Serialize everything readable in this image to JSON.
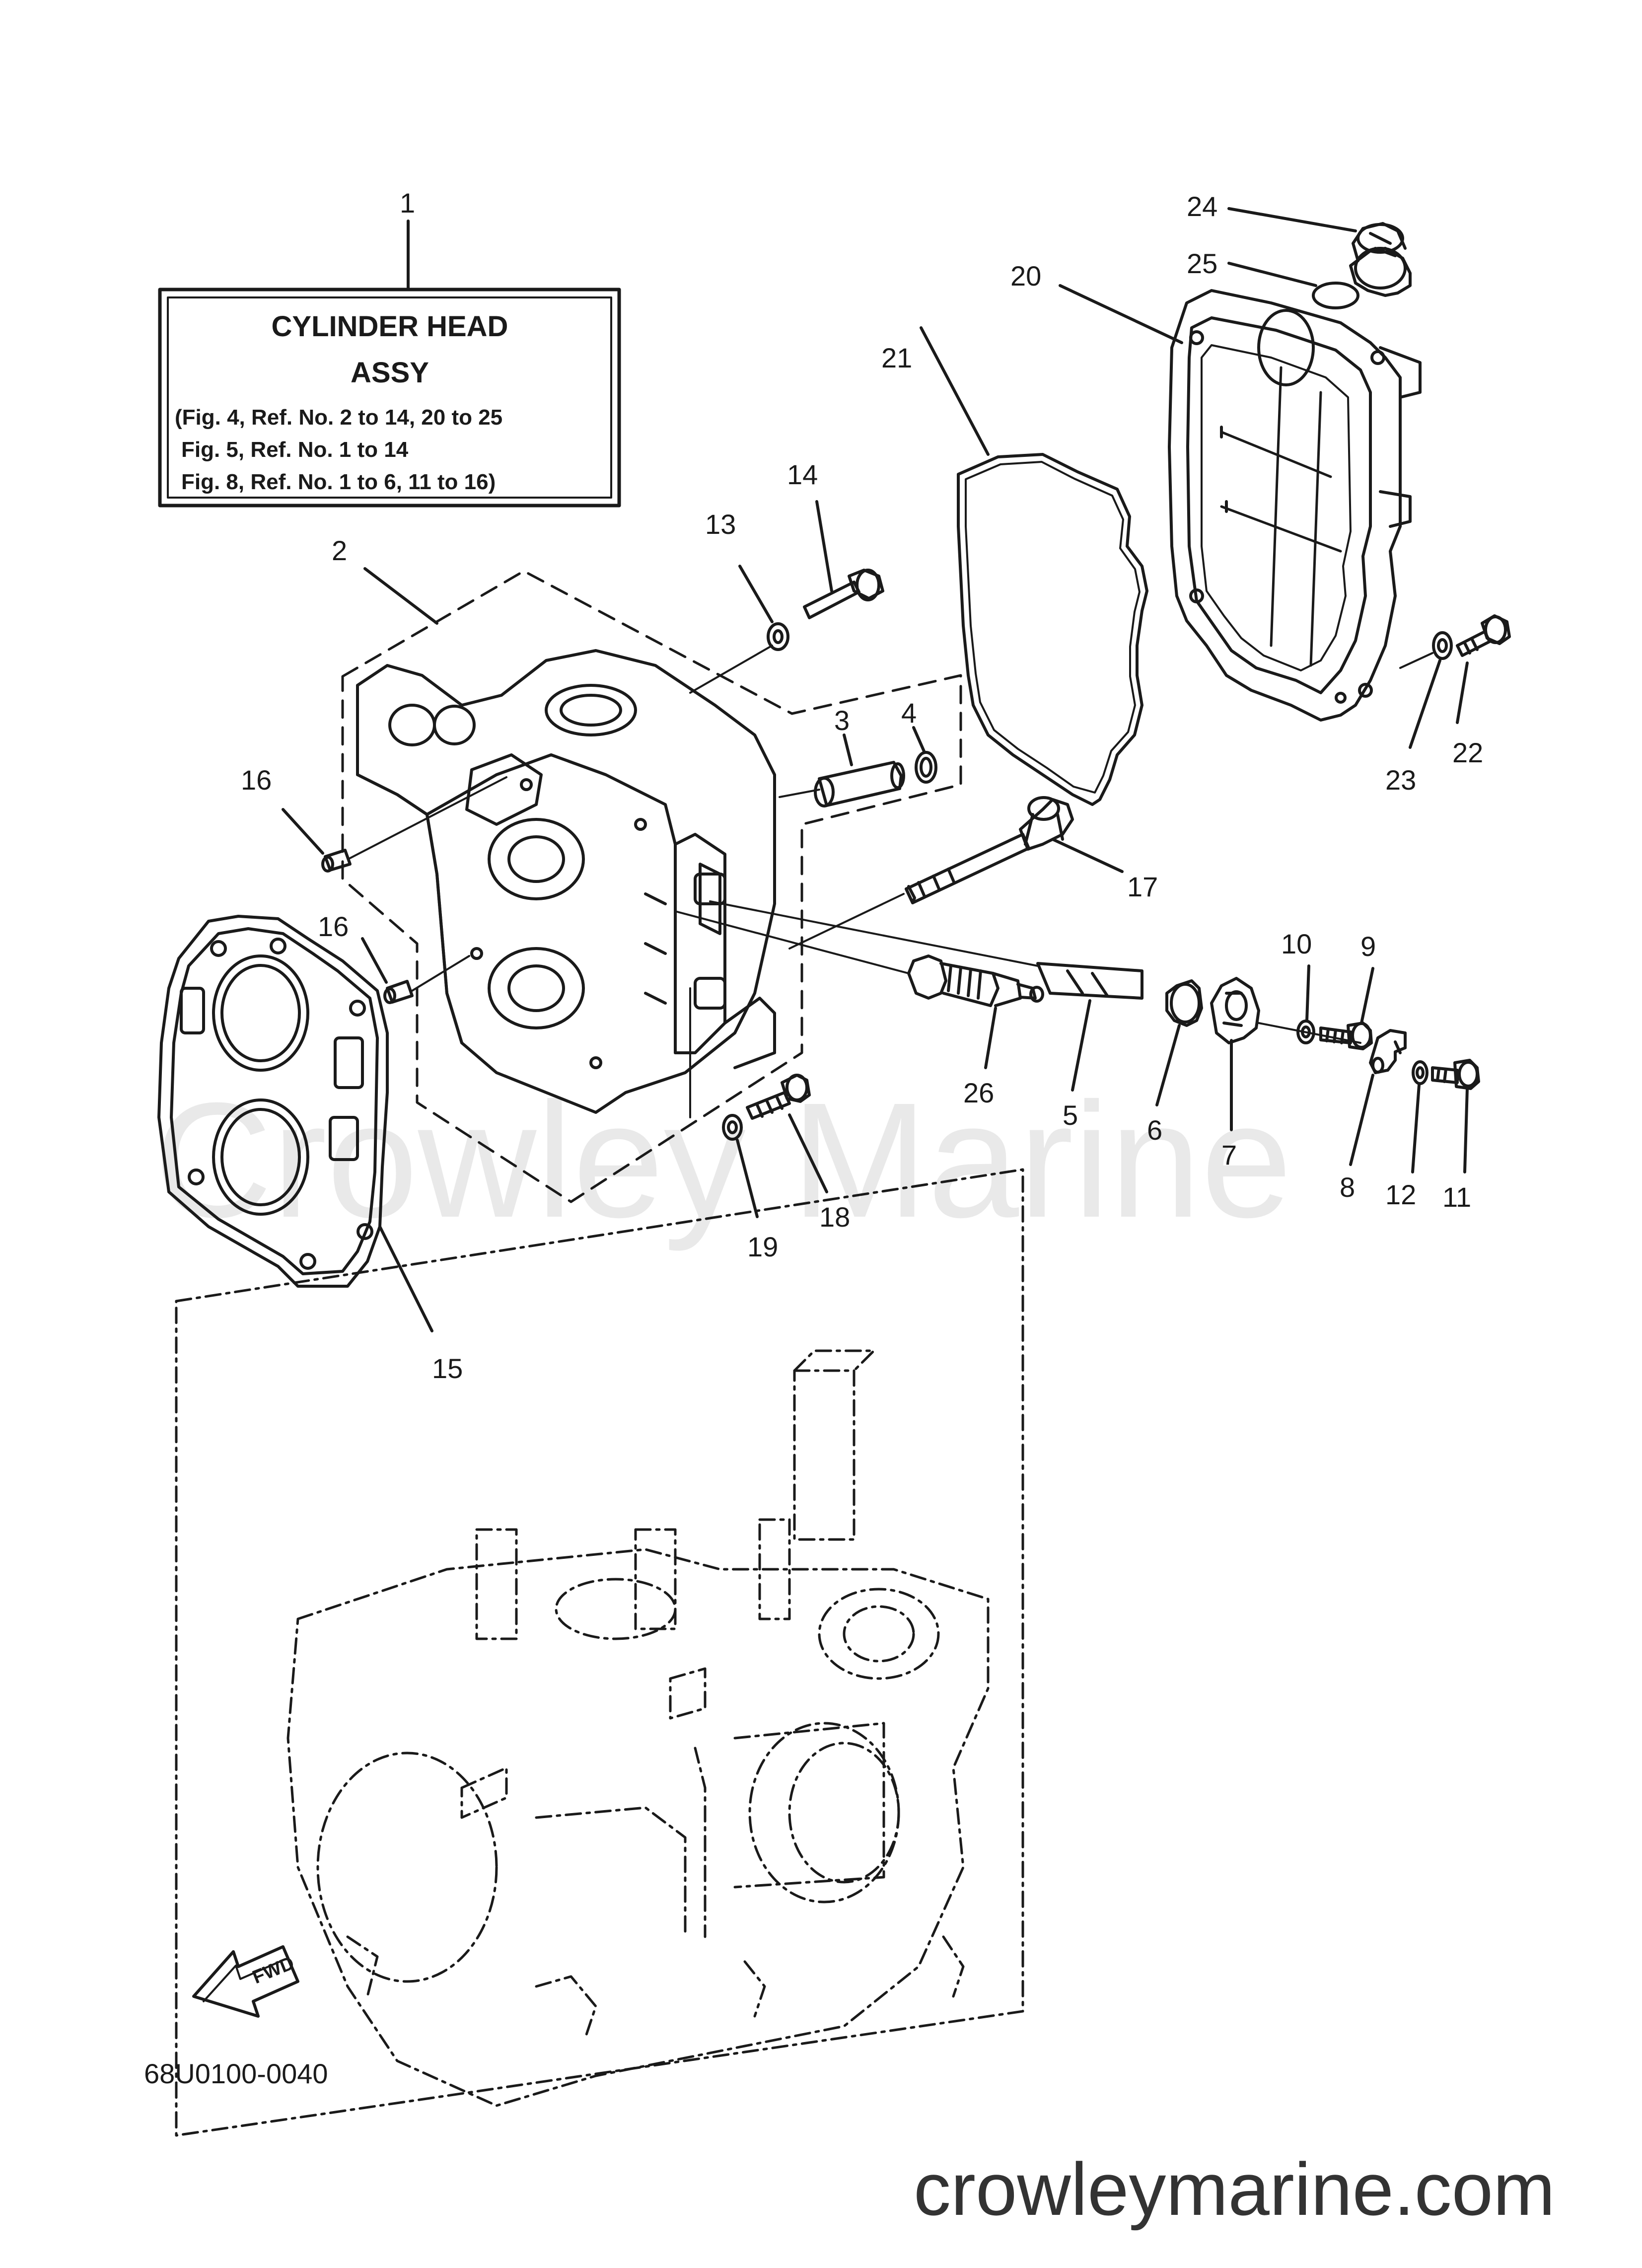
{
  "info_box": {
    "callout": "1",
    "line1": "CYLINDER HEAD",
    "line2": "ASSY",
    "line3": "(Fig. 4, Ref. No. 2 to 14, 20 to 25",
    "line4": "Fig. 5, Ref. No. 1 to 14",
    "line5": "Fig. 8, Ref. No. 1 to 6, 11 to 16)"
  },
  "callouts": {
    "c2": "2",
    "c3": "3",
    "c4": "4",
    "c5": "5",
    "c6": "6",
    "c7": "7",
    "c8": "8",
    "c9": "9",
    "c10": "10",
    "c11": "11",
    "c12": "12",
    "c13": "13",
    "c14": "14",
    "c15": "15",
    "c16a": "16",
    "c16b": "16",
    "c17": "17",
    "c18": "18",
    "c19": "19",
    "c20": "20",
    "c21": "21",
    "c22": "22",
    "c23": "23",
    "c24": "24",
    "c25": "25",
    "c26": "26"
  },
  "fwd_label": "FWD",
  "diagram_code": "68U0100-0040",
  "watermark": "Crowley Marine",
  "website": "crowleymarine.com"
}
